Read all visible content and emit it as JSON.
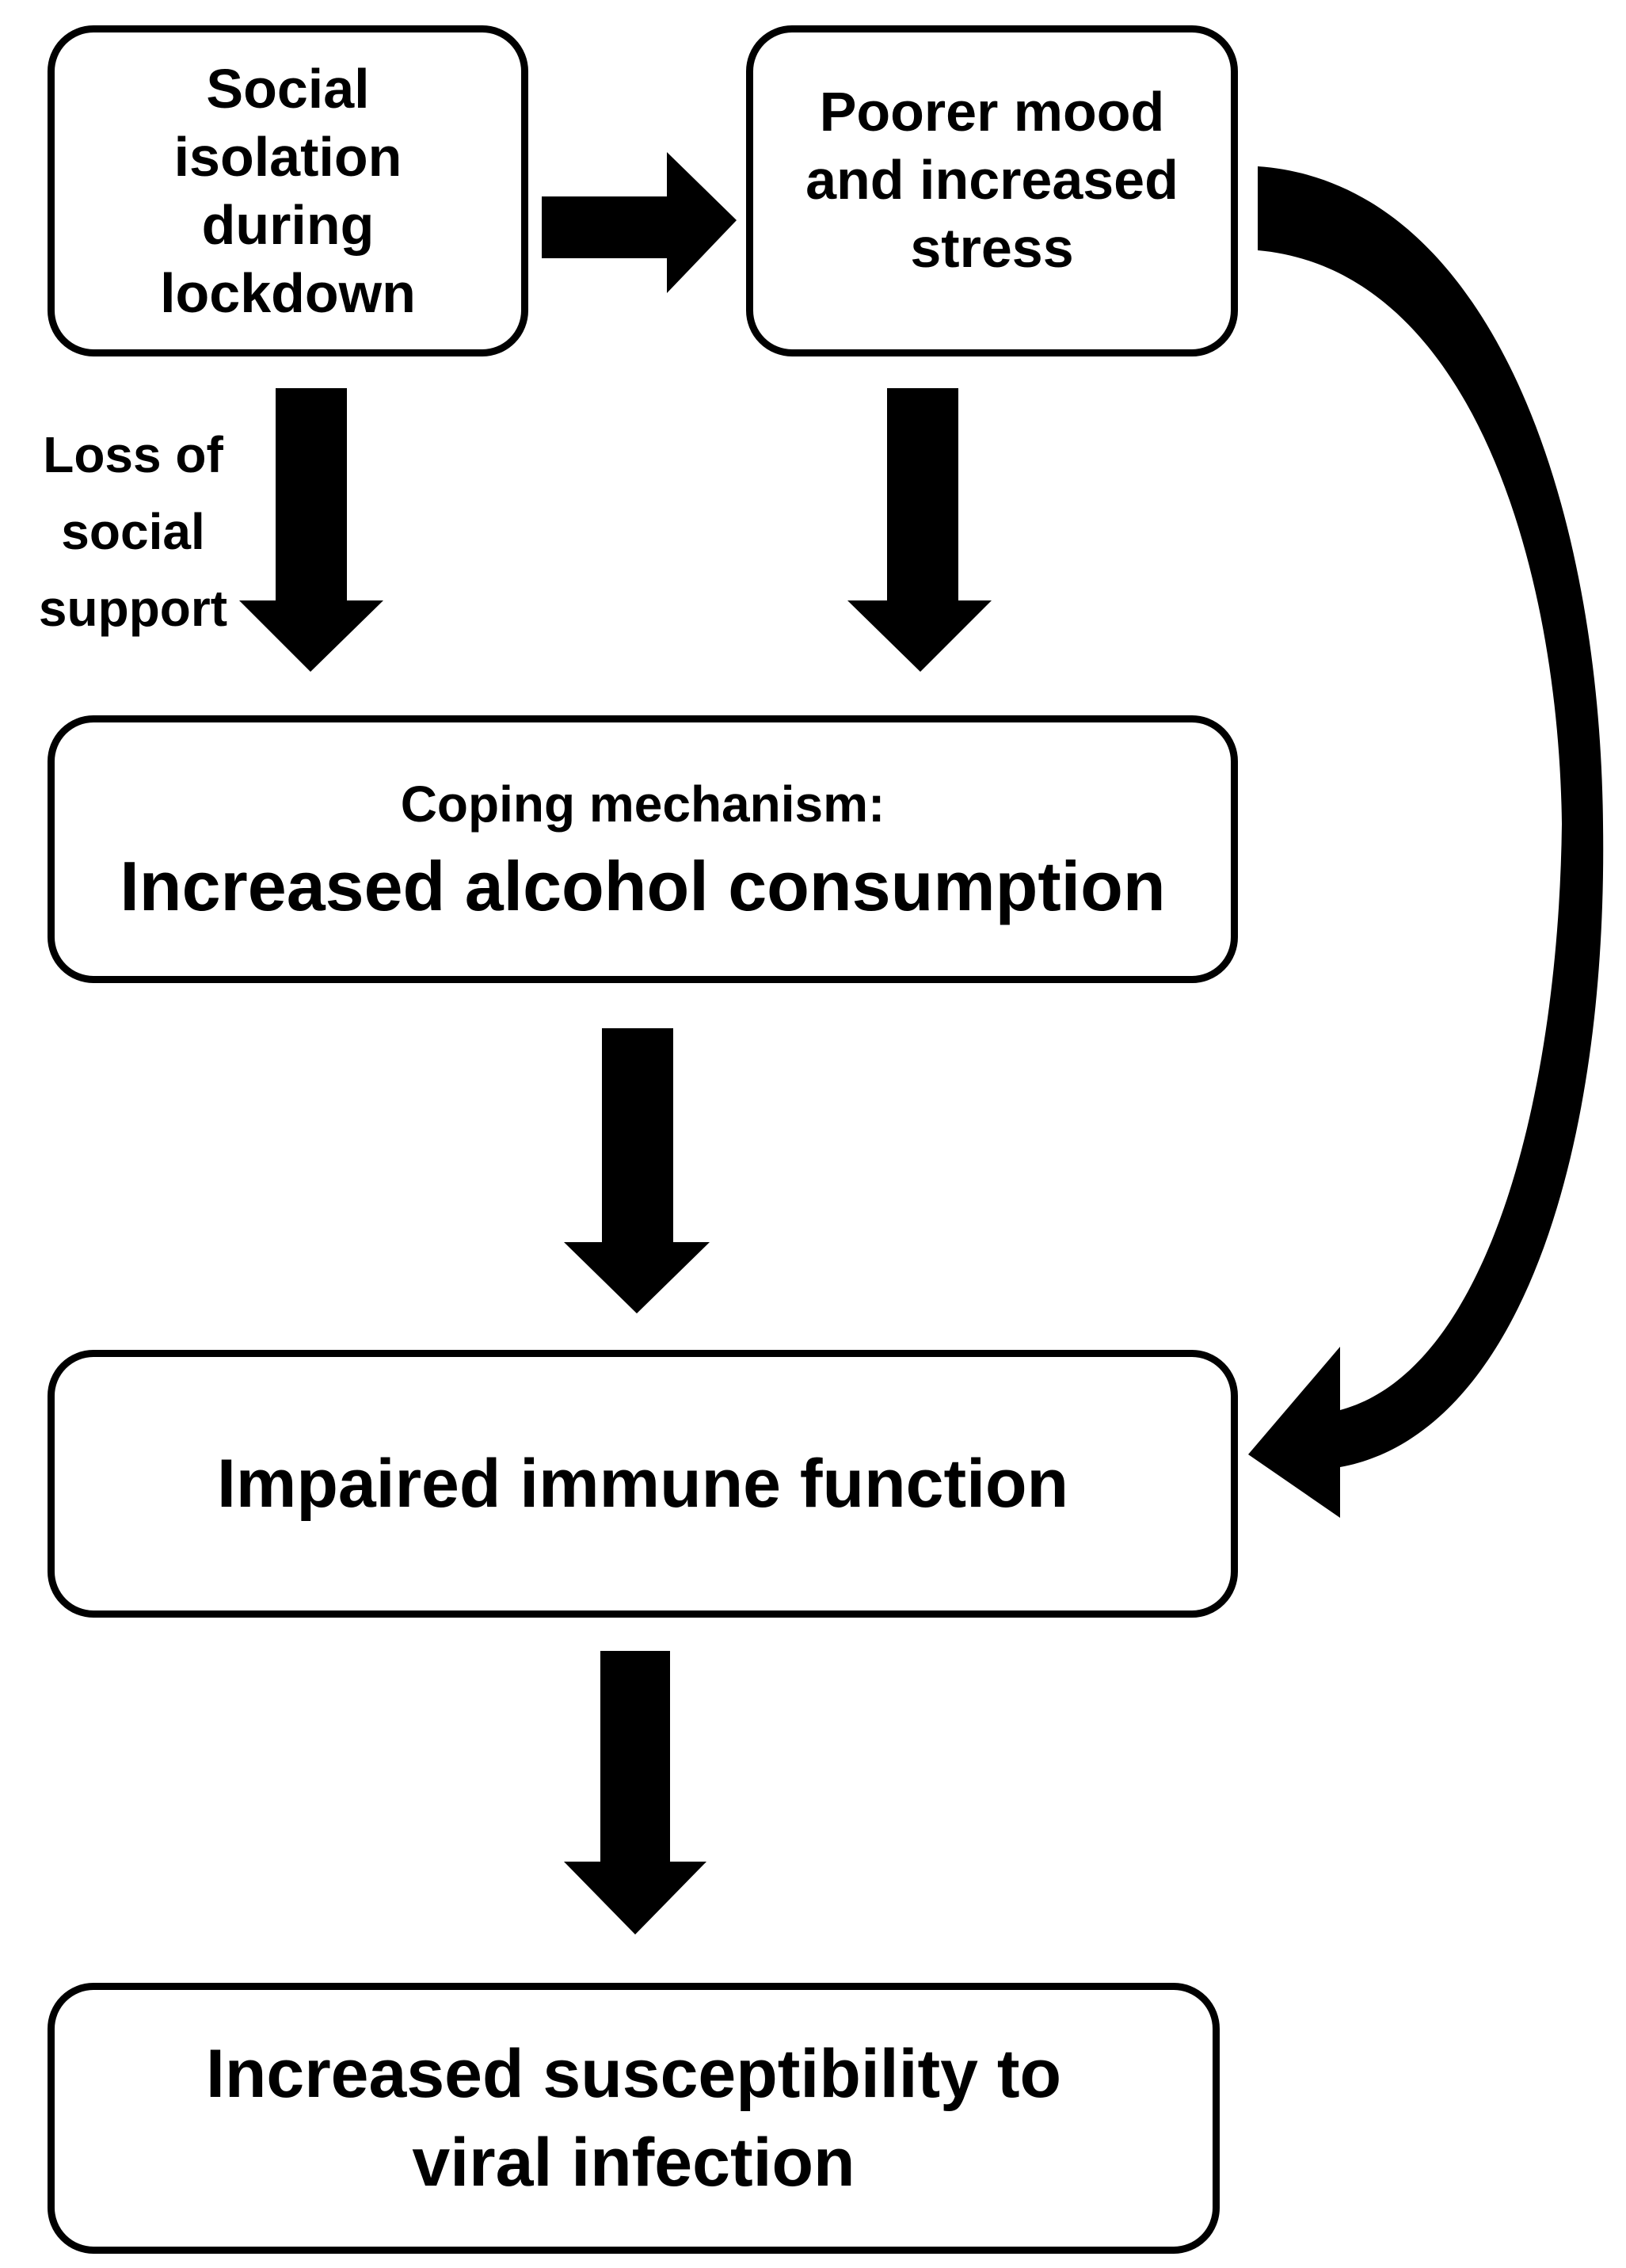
{
  "diagram": {
    "nodes": {
      "isolation": {
        "text": "Social\nisolation\nduring\nlockdown"
      },
      "mood": {
        "text": "Poorer mood\nand increased\nstress"
      },
      "coping": {
        "label": "Coping mechanism:",
        "text": "Increased alcohol consumption"
      },
      "immune": {
        "text": "Impaired immune function"
      },
      "susceptibility": {
        "text": "Increased susceptibility to\nviral infection"
      }
    },
    "edges": [
      {
        "from": "isolation",
        "to": "mood",
        "label": ""
      },
      {
        "from": "isolation",
        "to": "coping",
        "label": "Loss of\nsocial\nsupport"
      },
      {
        "from": "mood",
        "to": "coping",
        "label": ""
      },
      {
        "from": "mood",
        "to": "immune",
        "label": ""
      },
      {
        "from": "coping",
        "to": "immune",
        "label": ""
      },
      {
        "from": "immune",
        "to": "susceptibility",
        "label": ""
      }
    ],
    "colors": {
      "stroke": "#000000",
      "fill": "#ffffff",
      "text": "#000000"
    }
  }
}
